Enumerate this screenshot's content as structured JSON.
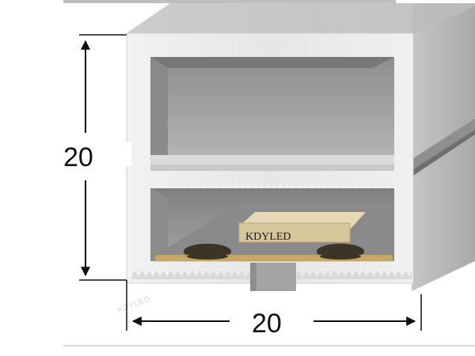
{
  "diagram": {
    "height_dimension": "20",
    "width_dimension": "20",
    "brand_label": "KDYLED",
    "watermark": "KDYLED"
  },
  "colors": {
    "profile_light": "#ebebeb",
    "profile_mid": "#c9c9c9",
    "profile_dark": "#9a9a9a",
    "cavity_upper": "#b4b4b4",
    "cavity_lower": "#9e9e9e",
    "diffuser": "#d7d7d7",
    "led_chip": "#d8caa4",
    "pcb_strip": "#c8a866",
    "solder_pad": "#3d3428",
    "dimension_line": "#111111"
  }
}
